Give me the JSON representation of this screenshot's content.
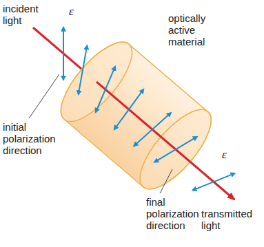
{
  "diagram": {
    "labels": [
      "incident light",
      "ε⃗",
      "optically active material",
      "initial polarization direction",
      "final polarization direction",
      "ε⃗",
      "transmitted light"
    ]
  }
}
